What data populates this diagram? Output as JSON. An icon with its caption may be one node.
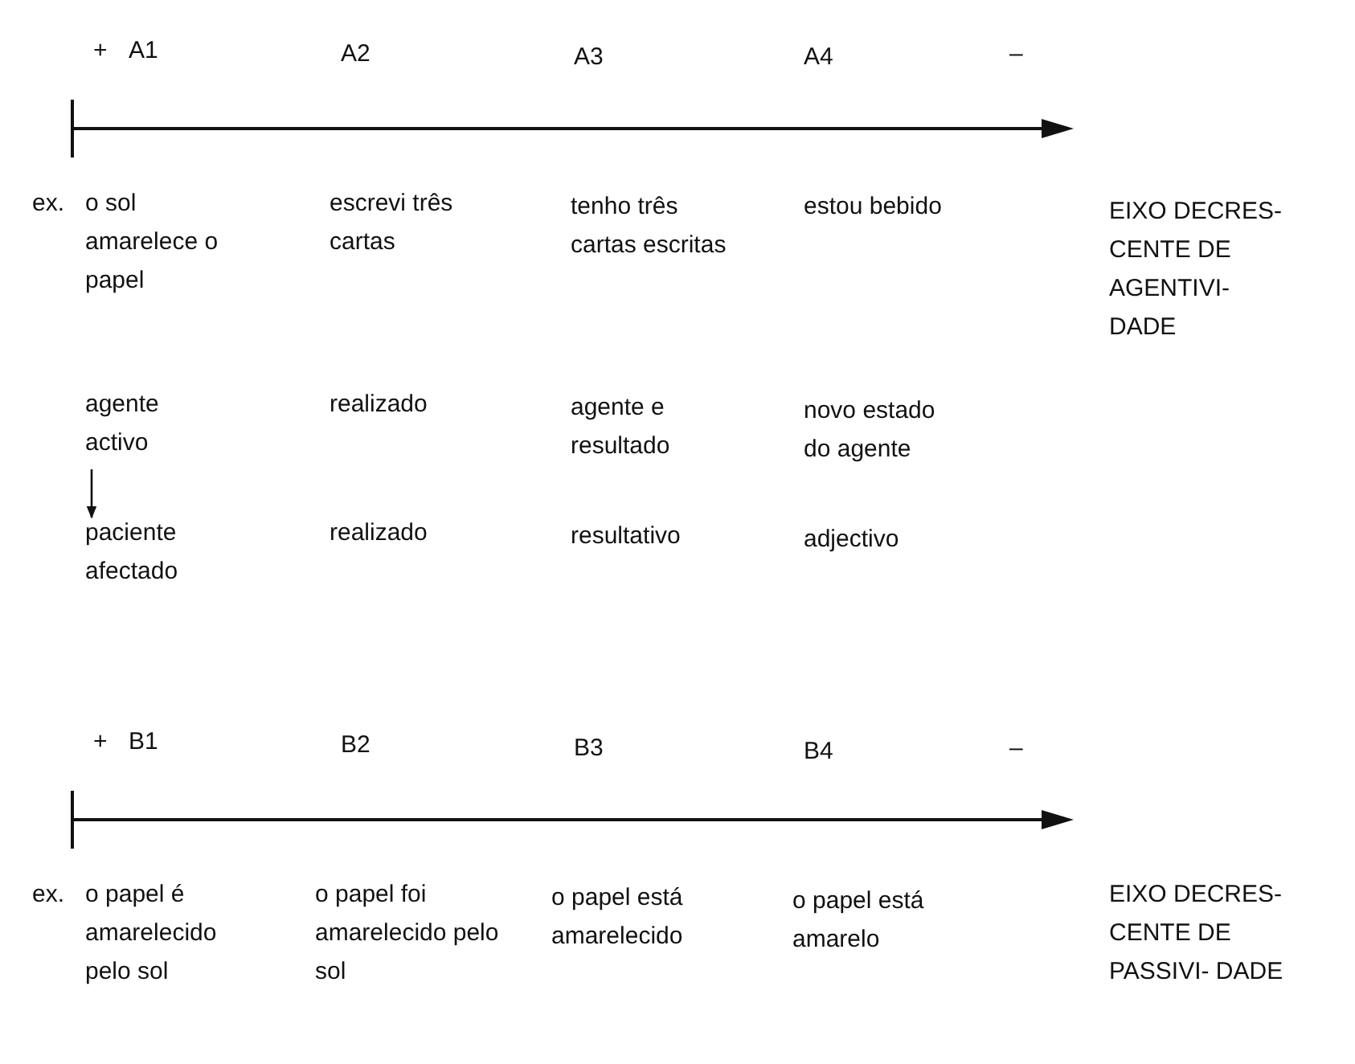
{
  "diagram": {
    "nodes": [
      {
        "text": [
          "agente activo"
        ]
      },
      {
        "text": [
          "paciente afectado"
        ]
      }
    ],
    "edges": [
      {
        "from": 0,
        "to": 1,
        "arrow": "to"
      }
    ],
    "labels": [
      "+",
      "A1",
      "A2",
      "A3",
      "A4",
      "–",
      "ex.",
      "o sol amarelece o papel",
      "escrevi três cartas",
      "tenho três cartas escritas",
      "estou bebido",
      "EIXO DECRES- CENTE DE AGENTIVI- DADE",
      "realizado",
      "agente e resultado",
      "novo estado do agente",
      "realizado",
      "resultativo",
      "adjectivo",
      "+",
      "B1",
      "B2",
      "B3",
      "B4",
      "–",
      "ex.",
      "o papel é amarelecido pelo sol",
      "o papel foi amarelecido pelo sol",
      "o papel está amarelecido",
      "o papel está amarelo",
      "EIXO DECRES- CENTE DE PASSIVI- DADE"
    ]
  }
}
